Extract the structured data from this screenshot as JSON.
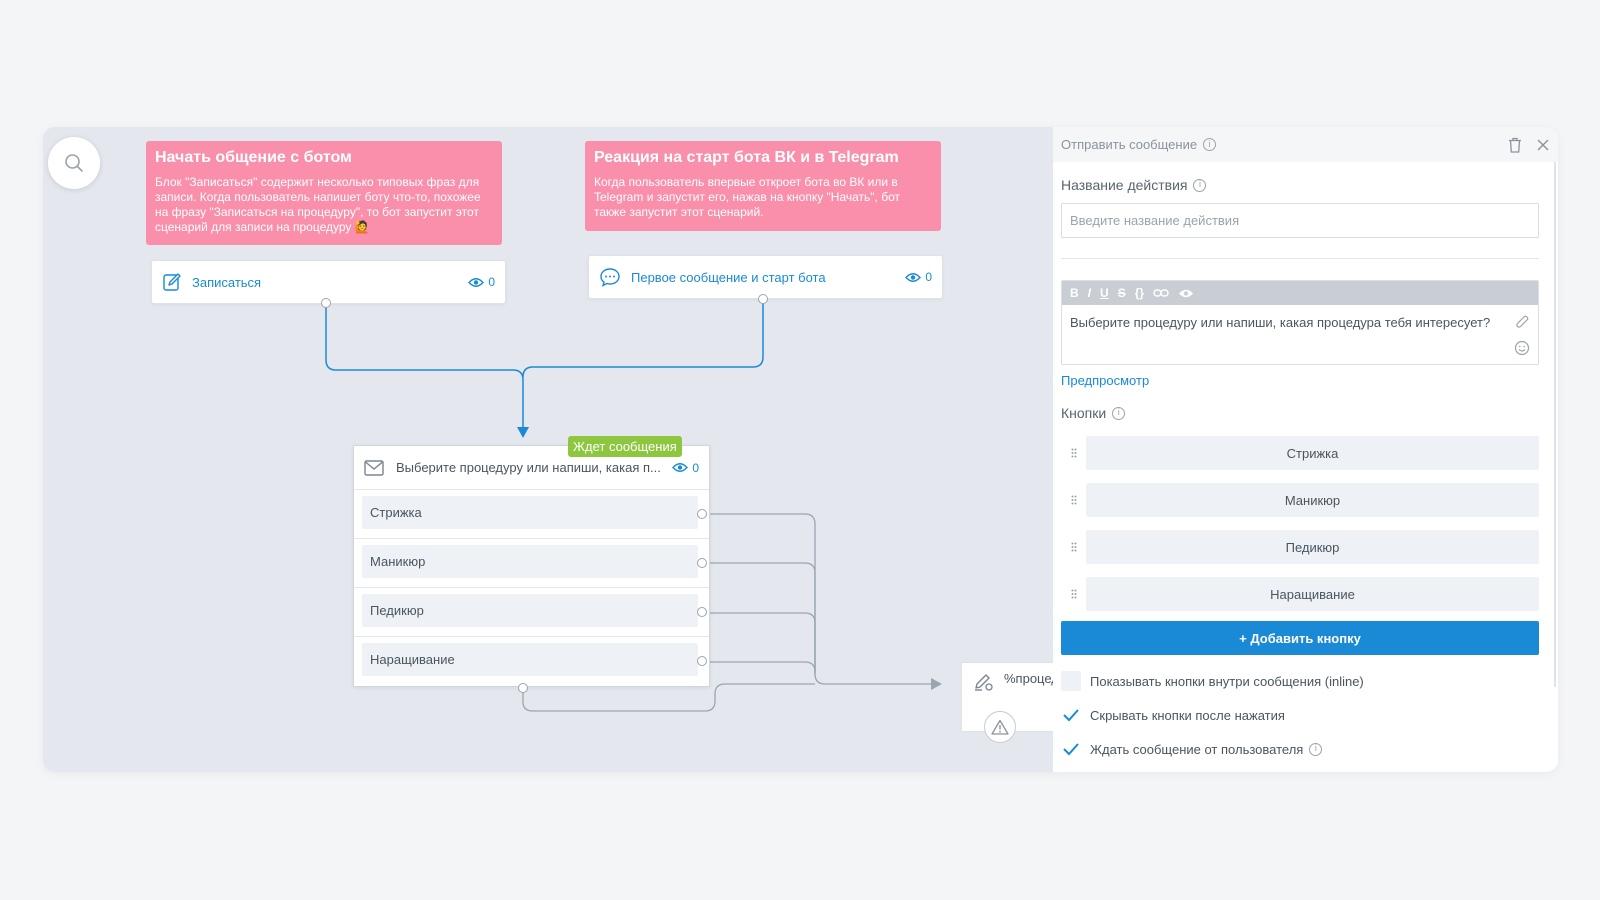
{
  "notes": [
    {
      "title": "Начать общение с ботом",
      "text": "Блок \"Записаться\" содержит несколько типовых фраз для записи. Когда пользователь напишет боту что-то, похожее на фразу \"Записаться на процедуру\", то бот запустит этот сценарий для записи на процедуру 🙋"
    },
    {
      "title": "Реакция на старт бота ВК и в Telegram",
      "text": "Когда пользователь впервые откроет бота во ВК или в Telegram и запустит его, нажав на кнопку \"Начать\", бот также запустит этот сценарий."
    }
  ],
  "triggers": [
    {
      "label": "Записаться",
      "views": "0"
    },
    {
      "label": "Первое сообщение и старт бота",
      "views": "0"
    }
  ],
  "message_block": {
    "badge": "Ждет сообщения",
    "text": "Выберите процедуру или напиши, какая п...",
    "views": "0",
    "buttons": [
      "Стрижка",
      "Маникюр",
      "Педикюр",
      "Наращивание"
    ]
  },
  "partial_node": {
    "text": "%процед"
  },
  "panel": {
    "title": "Отправить сообщение",
    "action_name_label": "Название действия",
    "action_name_placeholder": "Введите название действия",
    "toolbar": [
      "B",
      "I",
      "U",
      "S",
      "{}"
    ],
    "message_text": "Выберите процедуру или напиши, какая процедура тебя интересует?",
    "preview_link": "Предпросмотр",
    "buttons_label": "Кнопки",
    "buttons": [
      "Стрижка",
      "Маникюр",
      "Педикюр",
      "Наращивание"
    ],
    "add_button": "+ Добавить кнопку",
    "options": [
      {
        "label": "Показывать кнопки внутри сообщения (inline)",
        "checked": false
      },
      {
        "label": "Скрывать кнопки после нажатия",
        "checked": true
      },
      {
        "label": "Ждать сообщение от пользователя",
        "checked": true
      }
    ]
  },
  "colors": {
    "accent": "#1a8ad6",
    "note_pink": "#f98fab",
    "badge_green": "#8dc63f",
    "canvas_bg": "#e4e8ee"
  }
}
